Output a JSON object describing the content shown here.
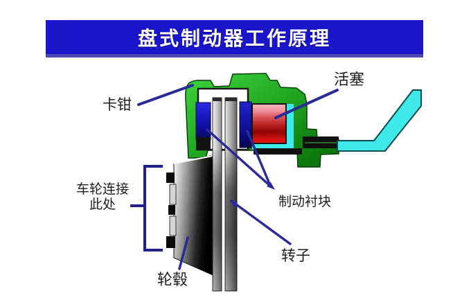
{
  "title": "盘式制动器工作原理",
  "labels": {
    "caliper": "卡钳",
    "piston": "活塞",
    "brake_pads": "制动衬块",
    "wheel_connect_line1": "车轮连接",
    "wheel_connect_line2": "此处",
    "rotor": "转子",
    "hub": "轮毂"
  },
  "colors": {
    "title_bar_blue": "#1b15c9",
    "title_underline": "#4b47b3",
    "caliper_green": "#22aa22",
    "pad_blue": "#1212b4",
    "piston_red": "#cc1414",
    "fluid_cyan": "#3fe9e9",
    "leader_line_navy": "#2b2b97"
  }
}
